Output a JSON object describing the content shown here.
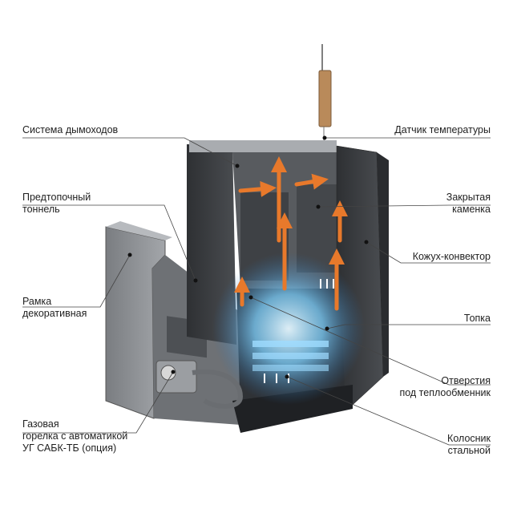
{
  "labels": {
    "chimney_system": "Система дымоходов",
    "temperature_sensor": "Датчик  температуры",
    "pre_firebox_tunnel": "Предтопочный\nтоннель",
    "closed_heater": "Закрытая\nкаменка",
    "convector_casing": "Кожух-конвектор",
    "decorative_frame": "Рамка\nдекоративная",
    "firebox": "Топка",
    "heat_exchanger_holes": "Отверстия\nпод теплообменник",
    "gas_burner": "Газовая\nгорелка с автоматикой\nУГ САБК-ТБ (опция)",
    "steel_grate": "Колосник\nстальной"
  },
  "colors": {
    "metal_dark": "#3b3d40",
    "metal_mid": "#55585c",
    "metal_light": "#8c8f93",
    "flame_arrow": "#e8792b",
    "flame_glow": "#7fd2ff",
    "sensor_wood": "#b98a5a"
  }
}
